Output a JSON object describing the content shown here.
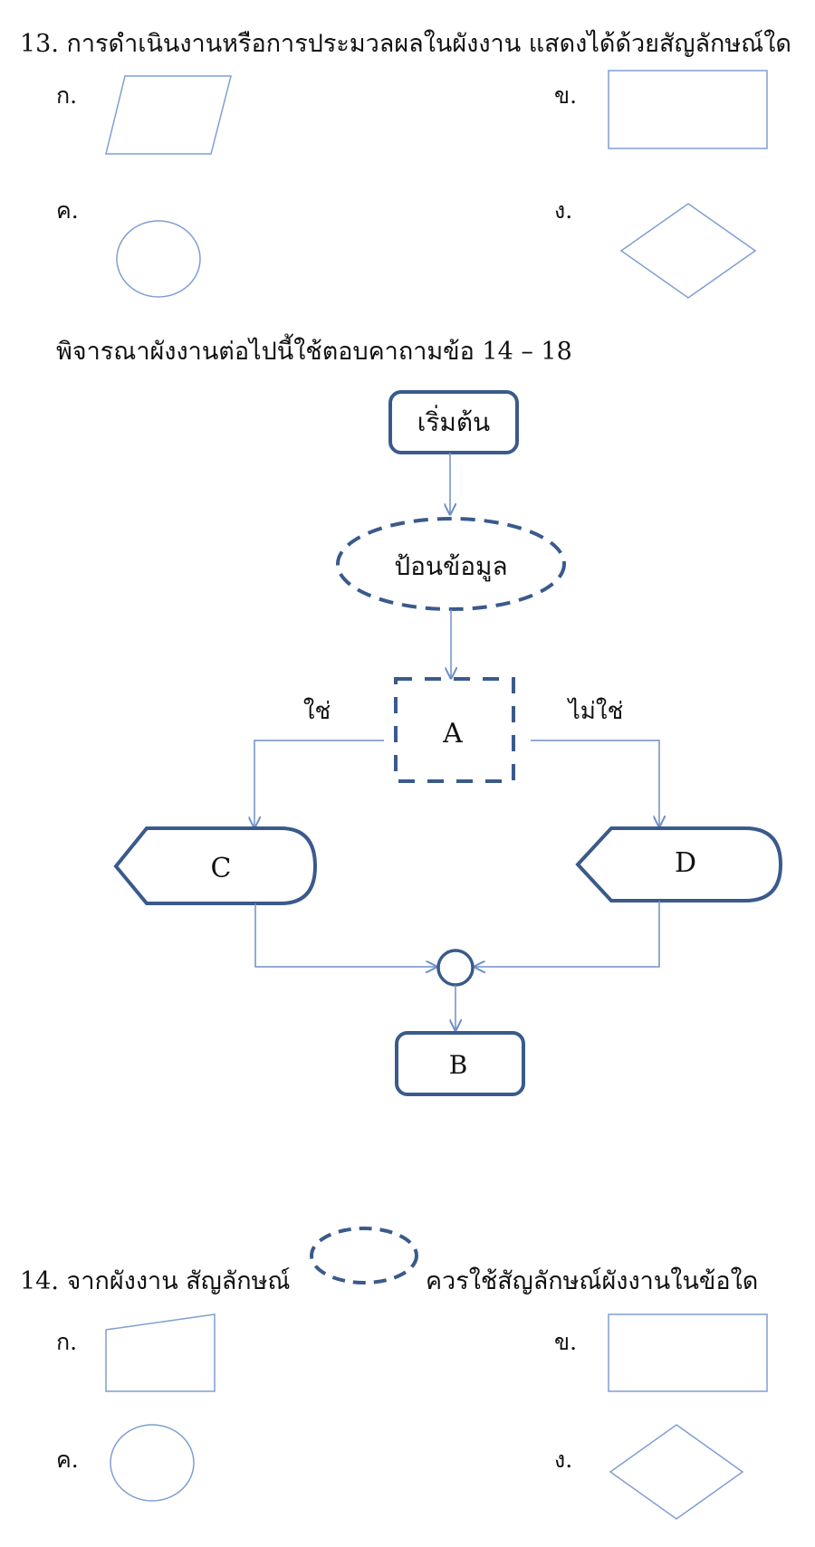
{
  "q13": {
    "text": "13. การดำเนินงานหรือการประมวลผลในผังงาน แสดงได้ด้วยสัญลักษณ์ใด",
    "options": {
      "a": "ก.",
      "b": "ข.",
      "c": "ค.",
      "d": "ง."
    }
  },
  "instruction": "พิจารณาผังงานต่อไปนี้ใช้ตอบคาถามข้อ 14 – 18",
  "flowchart": {
    "start": "เริ่มต้น",
    "input": "ป้อนข้อมูล",
    "decision": "A",
    "yes": "ใช่",
    "no": "ไม่ใช่",
    "left_display": "C",
    "right_display": "D",
    "end": "B"
  },
  "q14": {
    "prefix": "14.  จากผังงาน สัญลักษณ์",
    "suffix": "ควรใช้สัญลักษณ์ผังงานในข้อใด",
    "options": {
      "a": "ก.",
      "b": "ข.",
      "c": "ค.",
      "d": "ง."
    }
  },
  "colors": {
    "thin_line": "#6f8fc7",
    "thick_line": "#3a5a8c"
  }
}
